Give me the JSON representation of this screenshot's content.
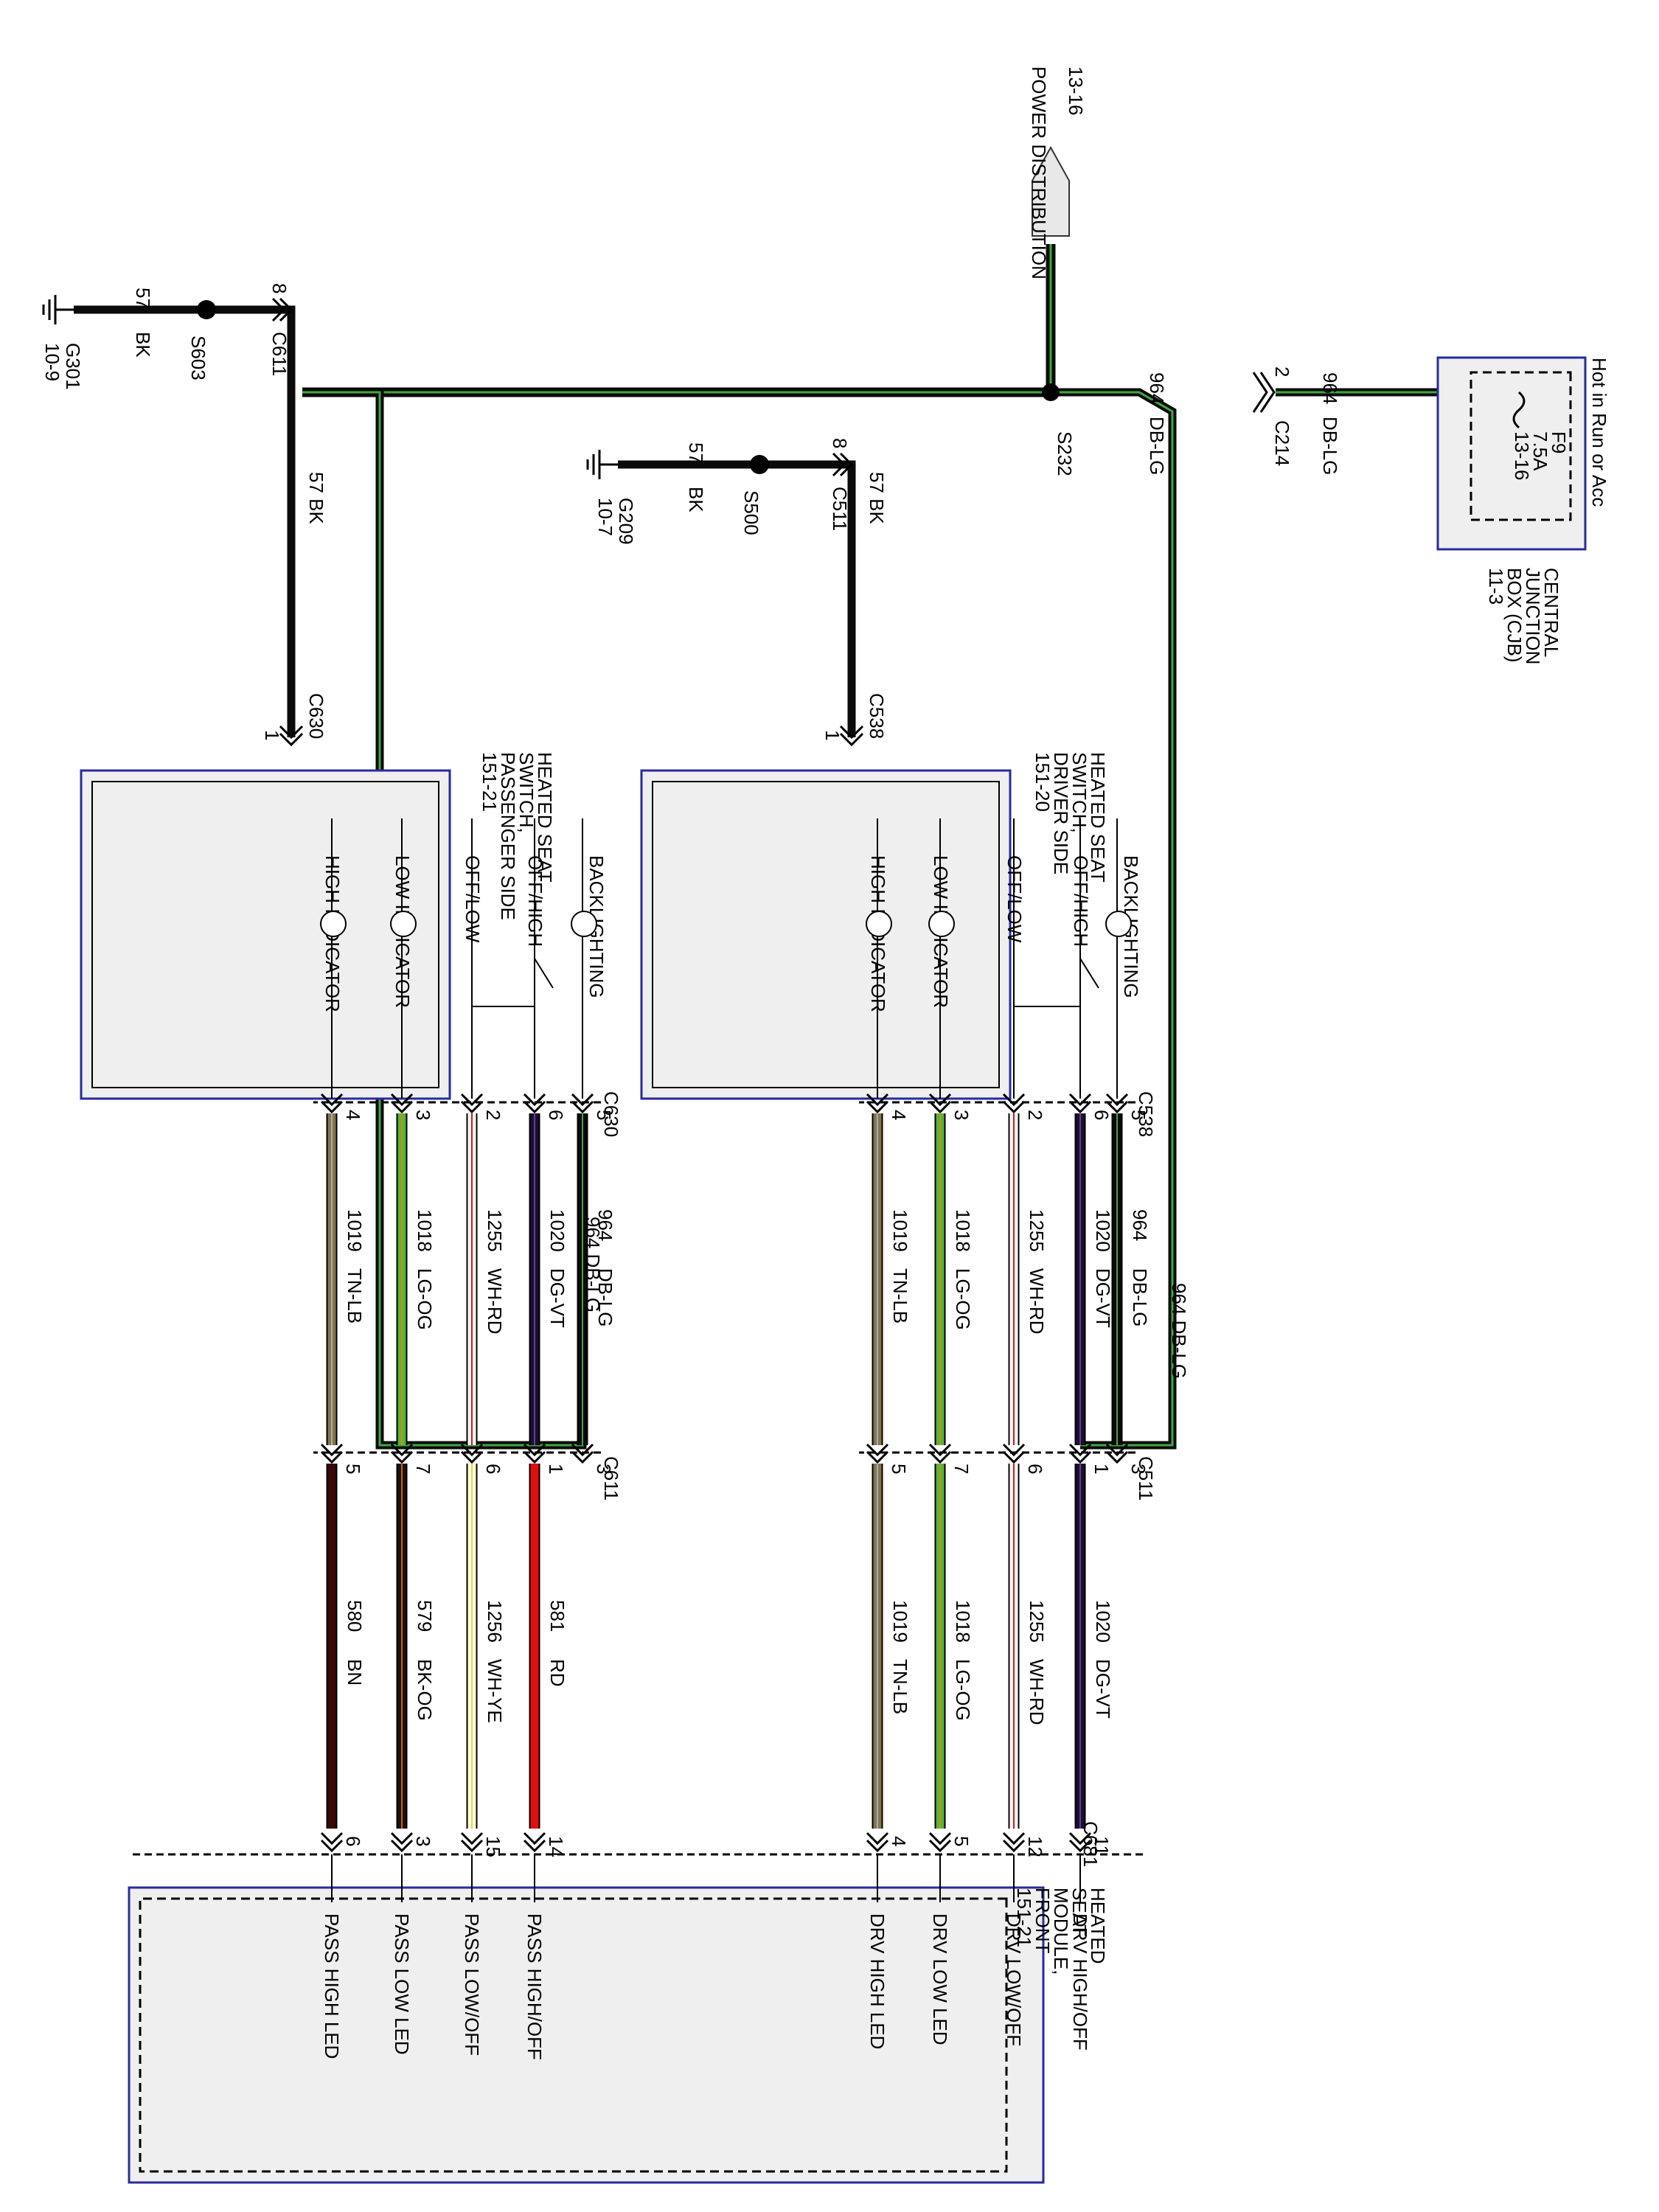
{
  "power": {
    "label": "POWER DISTRIBUTION",
    "page": "13-16"
  },
  "splices": {
    "s232": "S232",
    "s603": "S603",
    "s500": "S500"
  },
  "grounds": {
    "g301_name": "G301",
    "g301_page": "10-9",
    "g209_name": "G209",
    "g209_page": "10-7"
  },
  "cjb": {
    "hot_label": "Hot in Run or Acc",
    "fuse": "F9",
    "rating": "7.5A",
    "fuse_page": "13-16",
    "title": [
      "CENTRAL",
      "JUNCTION",
      "BOX (CJB)",
      "11-3"
    ]
  },
  "c214": {
    "name": "C214",
    "pin": "2"
  },
  "wire_labels": {
    "feed_left_ckt": "964",
    "feed_left_color": "DB-LG",
    "feed_right_ckt": "964",
    "feed_right_color": "DB-LG",
    "pass_feed": "964  DB-LG",
    "drv_feed": "964  DB-LG",
    "gnd_pass_ckt": "57",
    "gnd_pass_color": "BK",
    "gnd_pass_vert": "57  BK",
    "gnd_drv_ckt": "57",
    "gnd_drv_color": "BK",
    "gnd_drv_vert": "57  BK"
  },
  "ground_connectors": {
    "c611": "C611",
    "c611_pin": "8",
    "c630_top": "C630",
    "c630_top_pin": "1",
    "c511": "C511",
    "c511_pin": "8",
    "c538_top": "C538",
    "c538_top_pin": "1"
  },
  "pass_switch": {
    "title": [
      "HEATED SEAT",
      "SWITCH,",
      "PASSENGER SIDE",
      "151-21"
    ],
    "labels": [
      "BACKLIGHTING",
      "OFF/HIGH",
      "OFF/LOW",
      "LOW INDICATOR",
      "HIGH INDICATOR"
    ],
    "bottom_conn": "C630",
    "mid_conn": "C611",
    "wires": [
      {
        "pin_sw": "5",
        "ckt1": "964",
        "color1": "DB-LG",
        "pin_mid": "3"
      },
      {
        "pin_sw": "6",
        "ckt1": "1020",
        "color1": "DG-VT",
        "pin_mid": "1",
        "ckt2": "581",
        "color2": "RD",
        "pin_mod": "14"
      },
      {
        "pin_sw": "2",
        "ckt1": "1255",
        "color1": "WH-RD",
        "pin_mid": "6",
        "ckt2": "1256",
        "color2": "WH-YE",
        "pin_mod": "15"
      },
      {
        "pin_sw": "3",
        "ckt1": "1018",
        "color1": "LG-OG",
        "pin_mid": "7",
        "ckt2": "579",
        "color2": "BK-OG",
        "pin_mod": "3"
      },
      {
        "pin_sw": "4",
        "ckt1": "1019",
        "color1": "TN-LB",
        "pin_mid": "5",
        "ckt2": "580",
        "color2": "BN",
        "pin_mod": "6"
      }
    ]
  },
  "drv_switch": {
    "title": [
      "HEATED SEAT",
      "SWITCH,",
      "DRIVER SIDE",
      "151-20"
    ],
    "labels": [
      "BACKLIGHTING",
      "OFF/HIGH",
      "OFF/LOW",
      "LOW INDICATOR",
      "HIGH INDICATOR"
    ],
    "bottom_conn": "C538",
    "mid_conn": "C511",
    "module_conn": "C681",
    "wires": [
      {
        "pin_sw": "5",
        "ckt1": "964",
        "color1": "DB-LG",
        "pin_mid": "3"
      },
      {
        "pin_sw": "6",
        "ckt1": "1020",
        "color1": "DG-VT",
        "pin_mid": "1",
        "ckt2": "1020",
        "color2": "DG-VT",
        "pin_mod": "11"
      },
      {
        "pin_sw": "2",
        "ckt1": "1255",
        "color1": "WH-RD",
        "pin_mid": "6",
        "ckt2": "1255",
        "color2": "WH-RD",
        "pin_mod": "12"
      },
      {
        "pin_sw": "3",
        "ckt1": "1018",
        "color1": "LG-OG",
        "pin_mid": "7",
        "ckt2": "1018",
        "color2": "LG-OG",
        "pin_mod": "5"
      },
      {
        "pin_sw": "4",
        "ckt1": "1019",
        "color1": "TN-LB",
        "pin_mid": "5",
        "ckt2": "1019",
        "color2": "TN-LB",
        "pin_mod": "4"
      }
    ]
  },
  "module": {
    "title": [
      "HEATED",
      "SEAT",
      "MODULE,",
      "FRONT",
      "151-21"
    ],
    "labels": [
      "DRV HIGH/OFF",
      "DRV LOW/OFF",
      "DRV LOW LED",
      "DRV HIGH LED",
      "PASS HIGH/OFF",
      "PASS LOW/OFF",
      "PASS LOW LED",
      "PASS HIGH LED"
    ]
  },
  "colors": {
    "frame": "#2a2aa0",
    "fill": "#efefef",
    "DB-LG": "#0a0a0a",
    "LG": "#3fa83f",
    "DG-VT": "#1a1030",
    "WH-RD": "#ffffff",
    "LG-OG": "#4cb83c",
    "TN-LB": "#8a7442",
    "RD": "#e01010",
    "WH-YE": "#fffbe0",
    "BK-OG": "#1c1208",
    "BN": "#3a0808"
  }
}
